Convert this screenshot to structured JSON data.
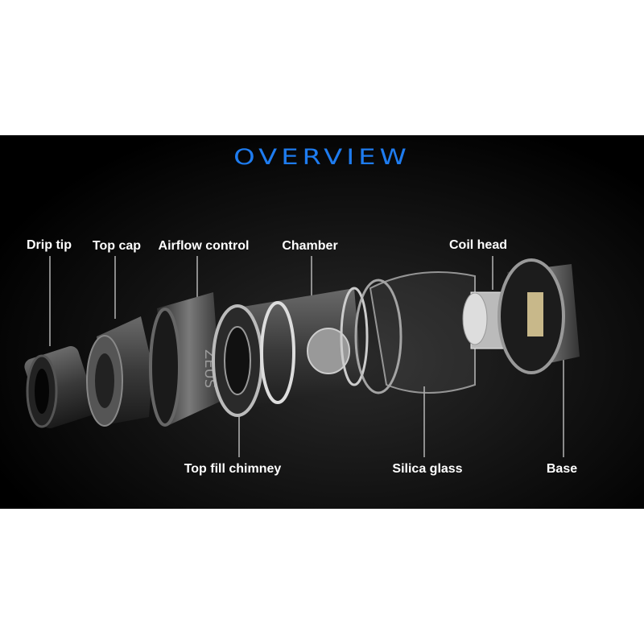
{
  "title": "OVERVIEW",
  "labels": {
    "drip_tip": "Drip tip",
    "top_cap": "Top cap",
    "airflow_control": "Airflow control",
    "chamber": "Chamber",
    "coil_head": "Coil head",
    "top_fill_chimney": "Top fill chimney",
    "silica_glass": "Silica glass",
    "base": "Base"
  },
  "engraving": "ZEUS",
  "colors": {
    "title": "#1e7cf0",
    "panel": "#000000",
    "label": "#ffffff"
  }
}
